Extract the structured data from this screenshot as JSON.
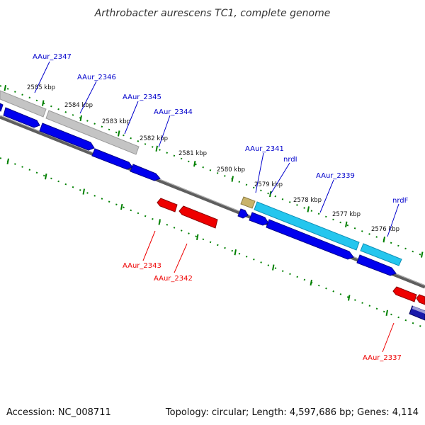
{
  "title": "Arthrobacter aurescens TC1, complete genome",
  "footer": {
    "accession": "Accession: NC_008711",
    "topology": "Topology: circular; Length: 4,597,686 bp; Genes: 4,114"
  },
  "colors": {
    "forward_gene": "#0000ee",
    "reverse_gene": "#ee0000",
    "forward_label": "#0000cc",
    "reverse_label": "#ee0000",
    "tick": "#008000",
    "backbone": "#777777",
    "highlight_gray": "#bdbdbd",
    "highlight_cyan": "#22c8ee",
    "highlight_olive": "#c8b46a"
  },
  "tick_labels": [
    {
      "id": "2585",
      "text": "2585 kbp"
    },
    {
      "id": "2584",
      "text": "2584 kbp"
    },
    {
      "id": "2583",
      "text": "2583 kbp"
    },
    {
      "id": "2582",
      "text": "2582 kbp"
    },
    {
      "id": "2581",
      "text": "2581 kbp"
    },
    {
      "id": "2580",
      "text": "2580 kbp"
    },
    {
      "id": "2579",
      "text": "2579 kbp"
    },
    {
      "id": "2578",
      "text": "2578 kbp"
    },
    {
      "id": "2577",
      "text": "2577 kbp"
    },
    {
      "id": "2576",
      "text": "2576 kbp"
    }
  ],
  "forward_genes": [
    {
      "id": "AAur_2347",
      "label": "AAur_2347"
    },
    {
      "id": "AAur_2346",
      "label": "AAur_2346"
    },
    {
      "id": "AAur_2345",
      "label": "AAur_2345"
    },
    {
      "id": "AAur_2344",
      "label": "AAur_2344"
    },
    {
      "id": "AAur_2341",
      "label": "AAur_2341"
    },
    {
      "id": "nrdI",
      "label": "nrdI"
    },
    {
      "id": "AAur_2339",
      "label": "AAur_2339"
    },
    {
      "id": "nrdF",
      "label": "nrdF"
    }
  ],
  "reverse_genes": [
    {
      "id": "AAur_2343",
      "label": "AAur_2343"
    },
    {
      "id": "AAur_2342",
      "label": "AAur_2342"
    },
    {
      "id": "AAur_2337",
      "label": "AAur_2337"
    }
  ]
}
